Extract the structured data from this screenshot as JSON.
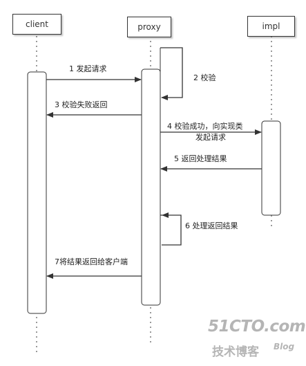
{
  "lifelines": {
    "client": "client",
    "proxy": "proxy",
    "impl": "impl"
  },
  "messages": {
    "m1": "1 发起请求",
    "m2": "2 校验",
    "m3": "3 校验失败返回",
    "m4_line1": "4 校验成功，向实现类",
    "m4_line2": "发起请求",
    "m5": "5 返回处理结果",
    "m6": "6 处理返回结果",
    "m7": "7将结果返回给客户端"
  },
  "watermark": {
    "site": "51CTO.com",
    "cn": "技术博客",
    "blog": "Blog"
  },
  "colors": {
    "line": "#333333",
    "watermark": "#b5b5b5"
  }
}
